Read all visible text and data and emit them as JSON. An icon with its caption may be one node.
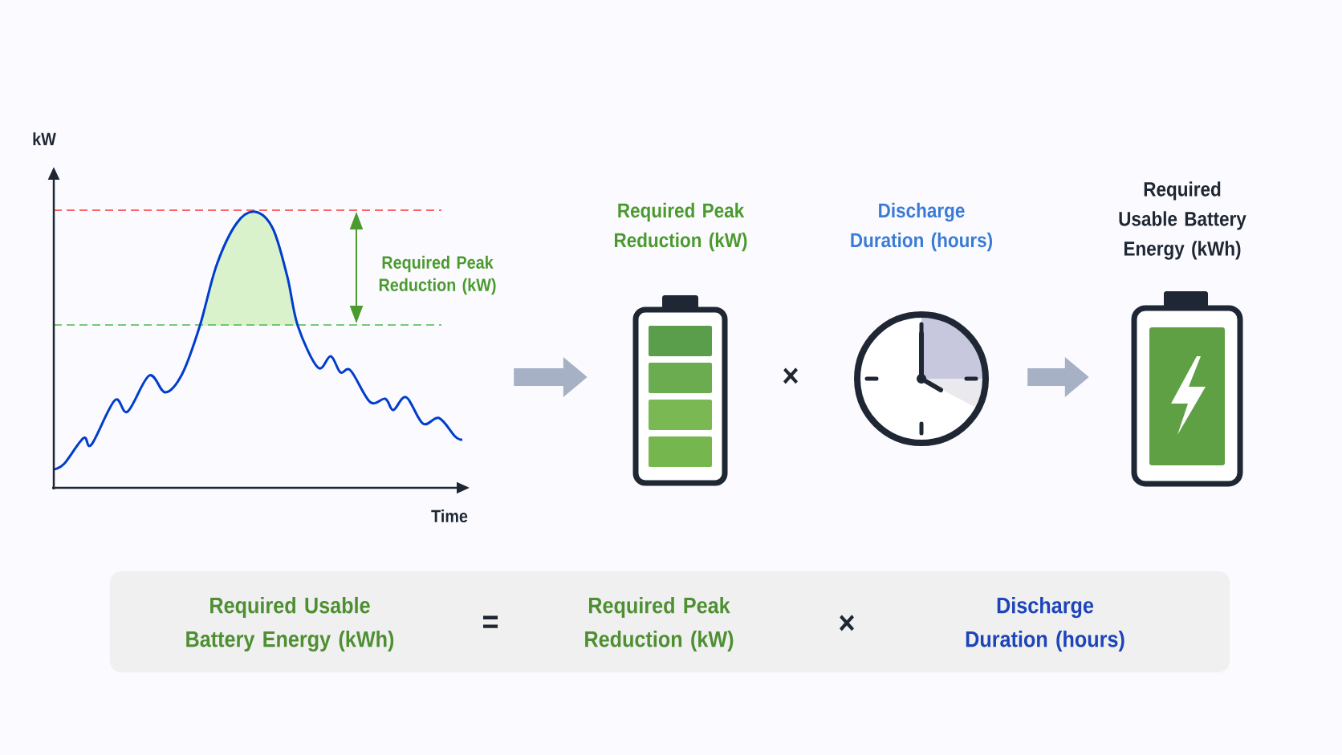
{
  "diagram": {
    "nodes": [
      {
        "text": [],
        "shape": "picture"
      },
      {
        "text": [
          "Required Peak Reduction (kW)"
        ]
      },
      {
        "text": [
          "Discharge Duration (hours)"
        ]
      },
      {
        "text": [
          "Required Usable Battery Energy (kWh)"
        ]
      },
      {
        "text": [
          "Required Usable Battery Energy (kWh)",
          "=",
          "Required Peak Reduction (kW)",
          "×",
          "Discharge Duration (hours)"
        ]
      }
    ],
    "edges": [
      {
        "from": 0,
        "to": 1,
        "arrow": "to"
      },
      {
        "from": 2,
        "to": 3,
        "arrow": "to"
      }
    ],
    "labels": [
      "kW",
      "Required Peak Reduction (kW)",
      "Time",
      "×"
    ]
  }
}
